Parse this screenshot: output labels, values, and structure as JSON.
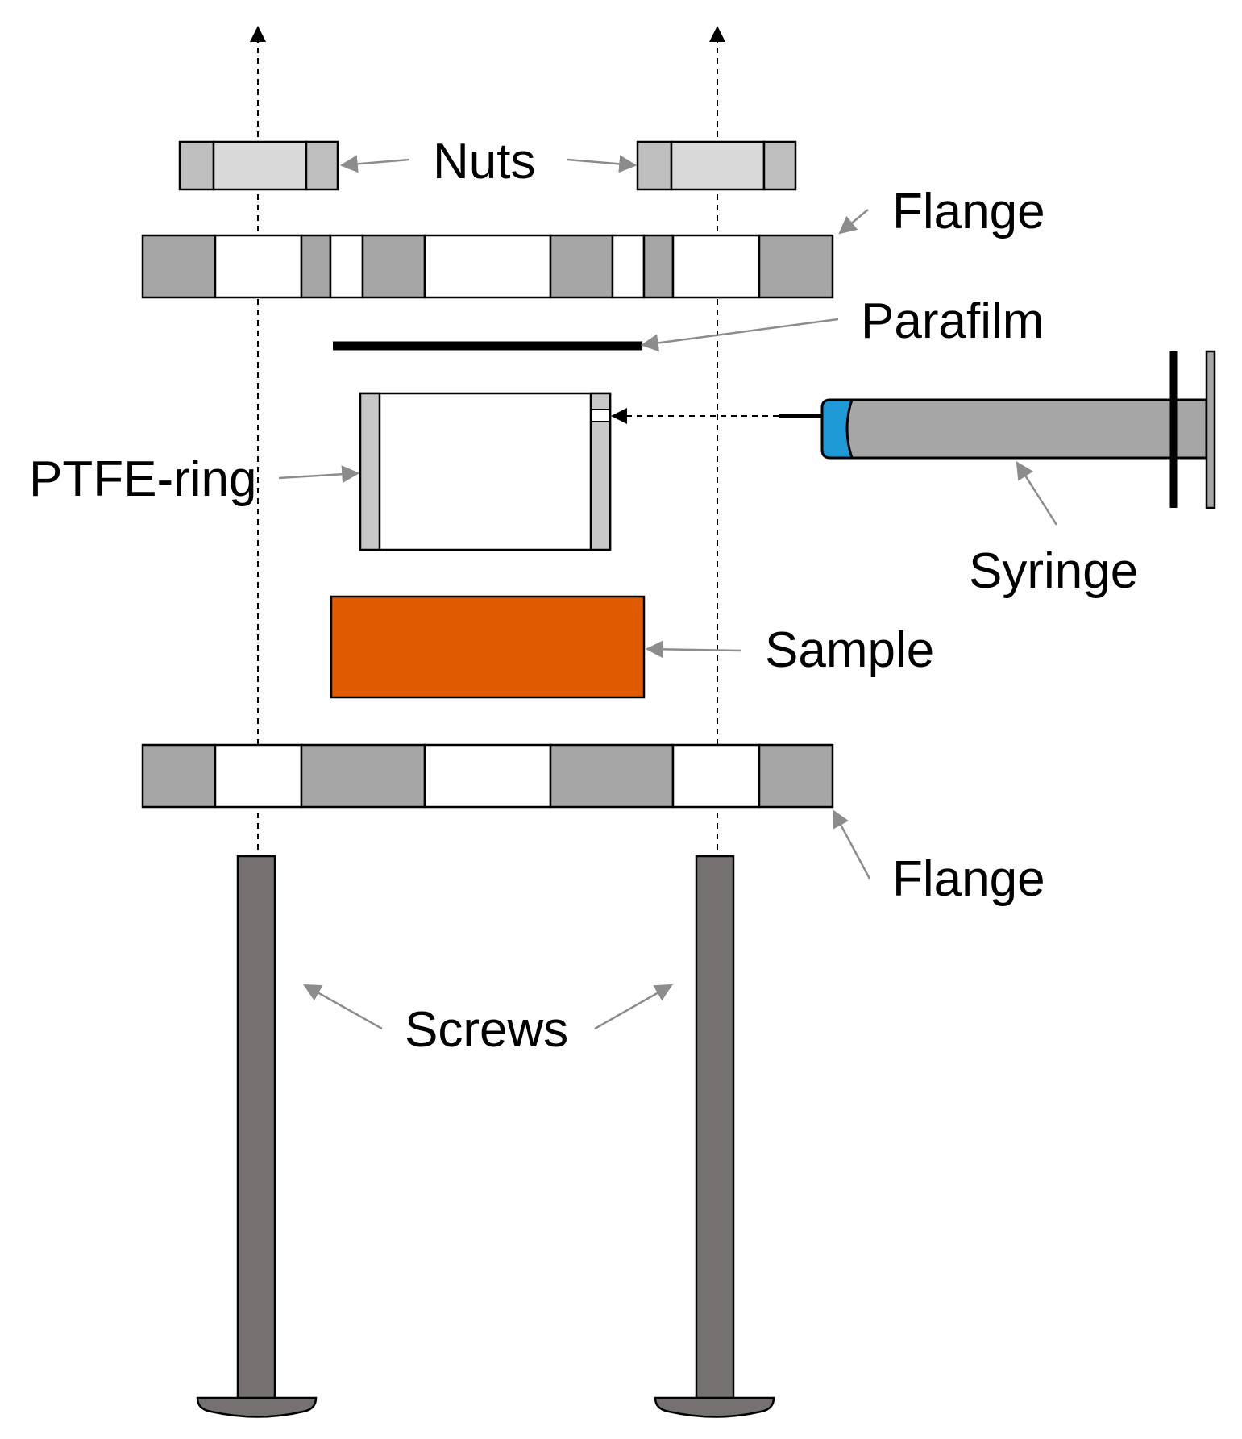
{
  "labels": {
    "nuts": "Nuts",
    "flange_top": "Flange",
    "parafilm": "Parafilm",
    "ptfe_ring": "PTFE-ring",
    "syringe": "Syringe",
    "sample": "Sample",
    "flange_bottom": "Flange",
    "screws": "Screws"
  },
  "colors": {
    "sample": "#e05a00",
    "syringe_tip": "#1f9ad6",
    "syringe_barrel": "#a6a6a6",
    "flange": "#a6a6a6",
    "nut_side": "#bfbfbf",
    "nut_center": "#d9d9d9",
    "ptfe_wall": "#c8c8c8",
    "screw": "#767171",
    "leader_arrow": "#8c8c8c"
  }
}
